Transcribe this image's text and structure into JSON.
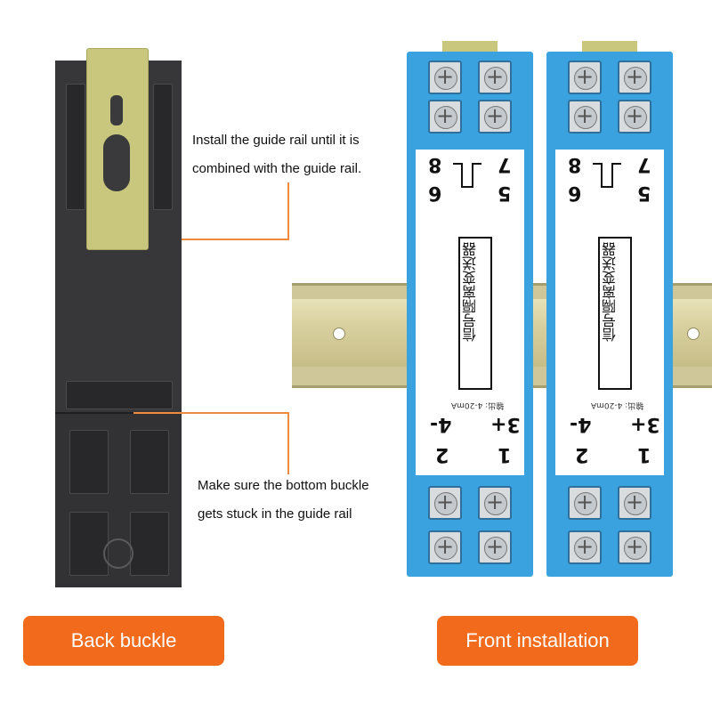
{
  "annotations": {
    "top_note_line1": "Install the guide rail until it is",
    "top_note_line2": "combined with the guide rail.",
    "bottom_note_line1": "Make sure the bottom buckle",
    "bottom_note_line2": "gets stuck in the guide rail"
  },
  "buttons": {
    "back_label": "Back buckle",
    "front_label": "Front installation"
  },
  "module": {
    "terminals_top": [
      "8",
      "7",
      "6",
      "5"
    ],
    "terminals_bottom": [
      "4-",
      "3+",
      "2",
      "1"
    ],
    "label_text": "信号隔离变送器",
    "output_text": "输出: 4-20mA"
  },
  "colors": {
    "accent_orange": "#f26b1d",
    "module_blue": "#3aa3df",
    "rail_yellow": "#cfc79a",
    "back_case": "#37373a"
  }
}
